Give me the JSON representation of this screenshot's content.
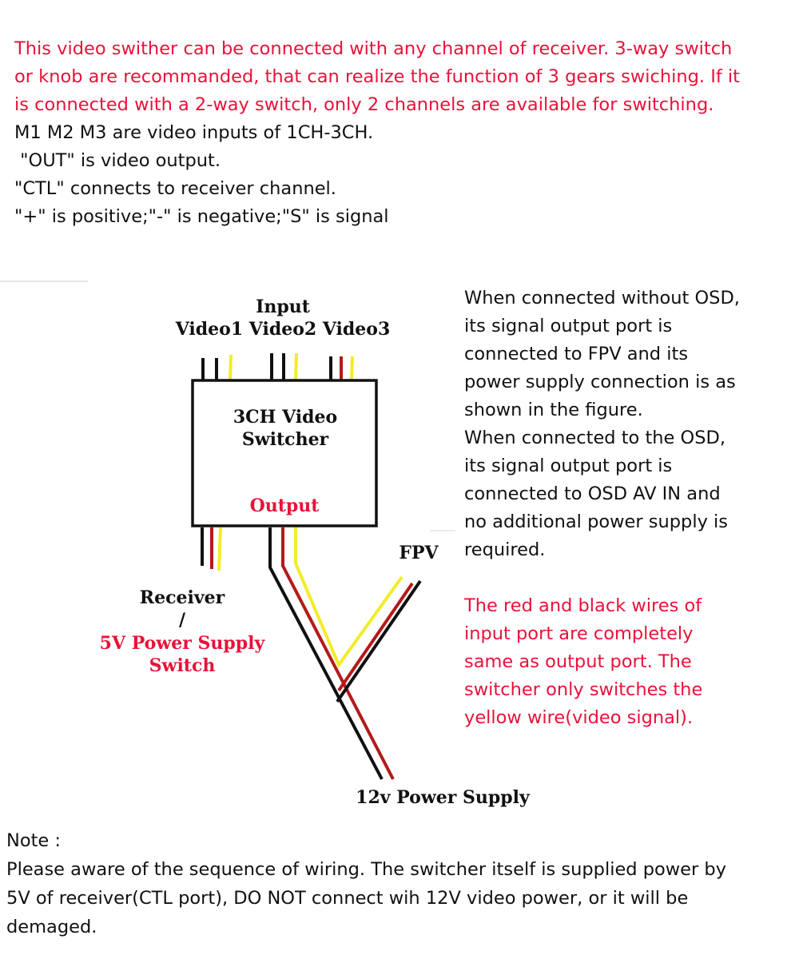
{
  "intro": {
    "red_lines": [
      "This video swither can be connected with any channel of receiver. 3-way switch",
      "or knob are recommanded, that can realize the function of 3 gears swiching. If it",
      "is connected with a 2-way switch, only 2 channels are available for switching."
    ],
    "lines": [
      "M1 M2 M3 are video inputs of 1CH-3CH.",
      " \"OUT\" is video output.",
      "\"CTL\" connects to receiver channel.",
      "\"+\" is positive;\"-\" is negative;\"S\" is signal"
    ]
  },
  "diagram": {
    "input_label": "Input",
    "video_labels": "Video1 Video2 Video3",
    "box_label_1": "3CH Video",
    "box_label_2": "Switcher",
    "output_label": "Output",
    "fpv_label": "FPV",
    "receiver_label": "Receiver",
    "slash": "/",
    "power_switch_1": "5V Power Supply",
    "power_switch_2": "Switch",
    "power_supply_label": "12v Power Supply",
    "colors": {
      "red_text": "#e8123a",
      "wire_black": "#111111",
      "wire_red": "#b41a1a",
      "wire_yellow": "#f2ec2a"
    }
  },
  "right": {
    "black_lines": [
      "When connected without OSD,",
      "its signal output port is",
      "connected to FPV and its",
      "power supply connection is as",
      "shown in the figure.",
      "When connected to the OSD,",
      "its signal output port is",
      "connected to OSD AV IN and",
      "no additional power supply is",
      "required."
    ],
    "red_lines": [
      "The red and black wires of",
      "input port are completely",
      "same as output port. The",
      "switcher only switches the",
      "yellow wire(video signal)."
    ]
  },
  "note": {
    "title": "Note :",
    "lines": [
      "Please aware of the sequence of wiring. The switcher itself is supplied power by",
      "5V of receiver(CTL port), DO NOT connect wih 12V video power, or it will be",
      "demaged."
    ]
  }
}
